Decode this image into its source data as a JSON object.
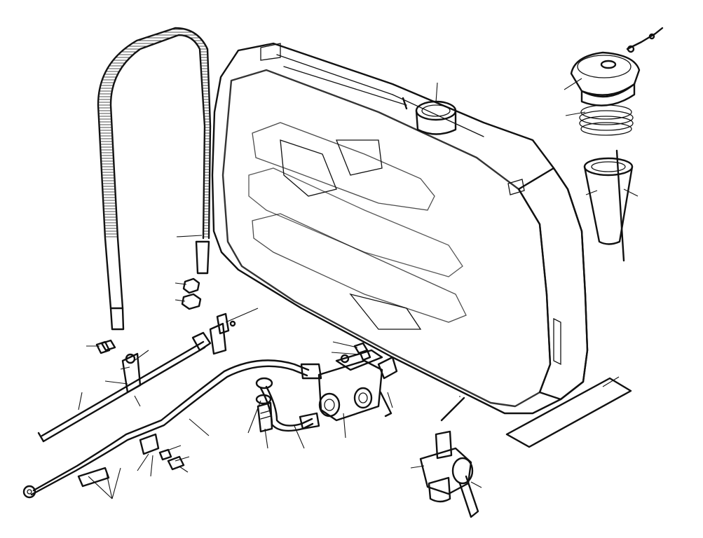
{
  "figure": {
    "background": "#ffffff",
    "ink": "#111111",
    "parts": [
      {
        "name": "fuel-tank",
        "label": ""
      },
      {
        "name": "mounting-strap",
        "label": ""
      },
      {
        "name": "filler-cap",
        "label": ""
      },
      {
        "name": "filler-cap-chain",
        "label": ""
      },
      {
        "name": "filler-gasket-spring",
        "label": ""
      },
      {
        "name": "strainer-filter",
        "label": ""
      },
      {
        "name": "tank-pad-strip",
        "label": ""
      },
      {
        "name": "fuel-tap-valve",
        "label": ""
      },
      {
        "name": "three-way-union",
        "label": ""
      },
      {
        "name": "fuel-line-pipe",
        "label": ""
      },
      {
        "name": "control-rod",
        "label": ""
      },
      {
        "name": "clamp-bracket",
        "label": ""
      },
      {
        "name": "strap-nuts",
        "label": ""
      },
      {
        "name": "banjo-bolt",
        "label": ""
      }
    ]
  }
}
